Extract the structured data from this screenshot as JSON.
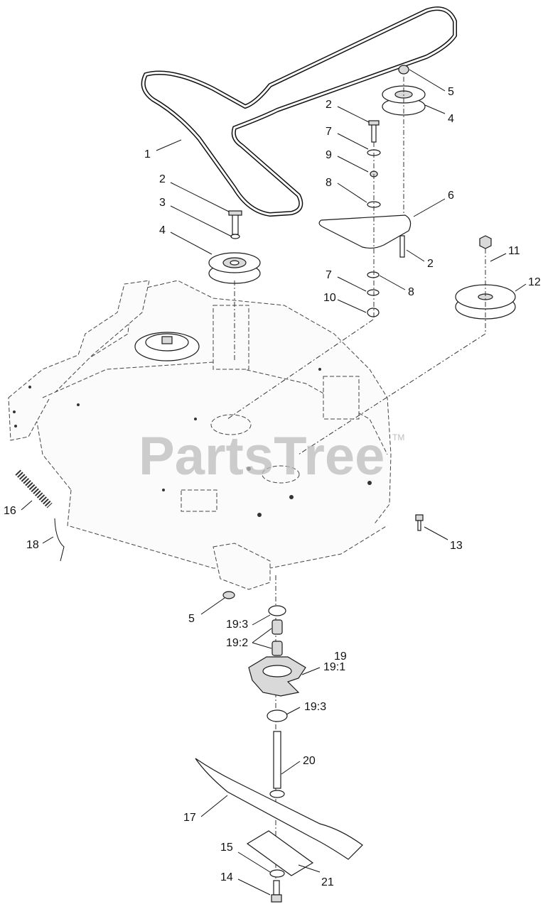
{
  "watermark": {
    "text": "PartsTree",
    "tm": "TM"
  },
  "callouts": [
    {
      "id": "c1",
      "text": "1"
    },
    {
      "id": "c2a",
      "text": "2"
    },
    {
      "id": "c2b",
      "text": "2"
    },
    {
      "id": "c2c",
      "text": "2"
    },
    {
      "id": "c3",
      "text": "3"
    },
    {
      "id": "c4a",
      "text": "4"
    },
    {
      "id": "c4b",
      "text": "4"
    },
    {
      "id": "c5a",
      "text": "5"
    },
    {
      "id": "c5b",
      "text": "5"
    },
    {
      "id": "c6",
      "text": "6"
    },
    {
      "id": "c7a",
      "text": "7"
    },
    {
      "id": "c7b",
      "text": "7"
    },
    {
      "id": "c8a",
      "text": "8"
    },
    {
      "id": "c8b",
      "text": "8"
    },
    {
      "id": "c9",
      "text": "9"
    },
    {
      "id": "c10",
      "text": "10"
    },
    {
      "id": "c11",
      "text": "11"
    },
    {
      "id": "c12",
      "text": "12"
    },
    {
      "id": "c13",
      "text": "13"
    },
    {
      "id": "c14",
      "text": "14"
    },
    {
      "id": "c15",
      "text": "15"
    },
    {
      "id": "c16",
      "text": "16"
    },
    {
      "id": "c17",
      "text": "17"
    },
    {
      "id": "c18",
      "text": "18"
    },
    {
      "id": "c19",
      "text": "19"
    },
    {
      "id": "c191",
      "text": "19:1"
    },
    {
      "id": "c192",
      "text": "19:2"
    },
    {
      "id": "c193a",
      "text": "19:3"
    },
    {
      "id": "c193b",
      "text": "19:3"
    },
    {
      "id": "c20",
      "text": "20"
    },
    {
      "id": "c21",
      "text": "21"
    }
  ]
}
